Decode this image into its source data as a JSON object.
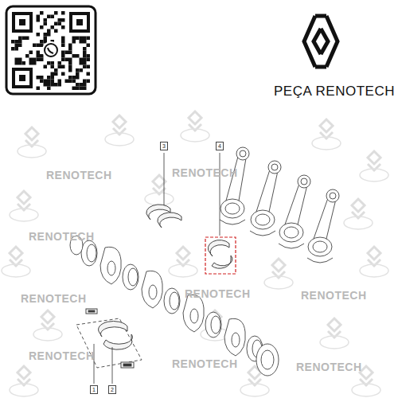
{
  "diagram": {
    "labels": [
      "PEÇA RENOTECH",
      "3",
      "4",
      "1",
      "2",
      "RENOTECH",
      "RENOTECH",
      "RENOTECH",
      "RENOTECH",
      "RENOTECH",
      "RENOTECH",
      "RENOTECH",
      "RENOTECH",
      "RENOTECH"
    ]
  }
}
